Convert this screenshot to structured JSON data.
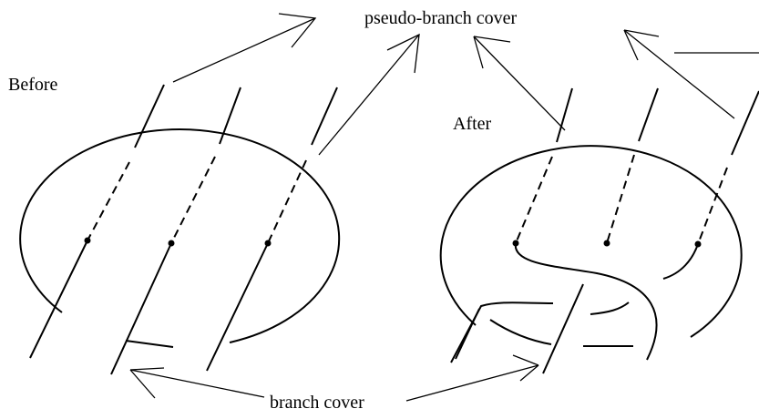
{
  "labels": {
    "before": "Before",
    "after": "After",
    "pseudo_branch_cover": "pseudo-branch cover",
    "branch_cover": "branch cover"
  }
}
